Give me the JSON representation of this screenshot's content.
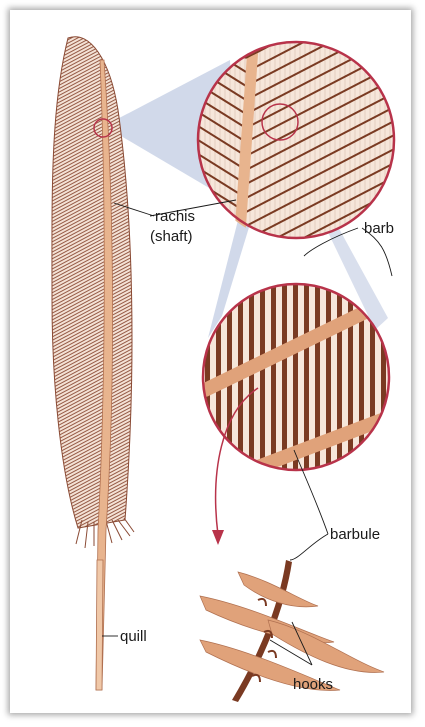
{
  "labels": {
    "rachis_line1": "rachis",
    "rachis_line2": "(shaft)",
    "barb": "barb",
    "barbule": "barbule",
    "quill": "quill",
    "hooks": "hooks"
  },
  "colors": {
    "vane": "#8a4a34",
    "rachis": "#e8b48e",
    "quill": "#f0c8a8",
    "circle_border": "#b8334a",
    "zoom_wedge": "#c9d2e6",
    "barbule_dark": "#7a3a22",
    "barbule_light": "#e0a27a"
  }
}
